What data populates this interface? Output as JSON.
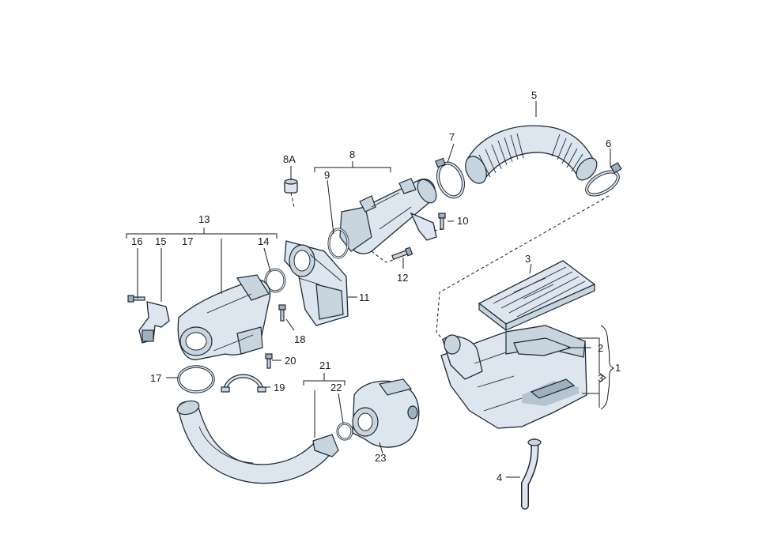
{
  "labels": {
    "l1": "1",
    "l2": "2",
    "l3": "3",
    "l3b": "3",
    "l4": "4",
    "l5": "5",
    "l6": "6",
    "l7": "7",
    "l8": "8",
    "l8a": "8A",
    "l9": "9",
    "l10": "10",
    "l11": "11",
    "l12": "12",
    "l13": "13",
    "l14": "14",
    "l15": "15",
    "l16": "16",
    "l17": "17",
    "l17b": "17",
    "l18": "18",
    "l19": "19",
    "l20": "20",
    "l21": "21",
    "l22": "22",
    "l23": "23"
  }
}
